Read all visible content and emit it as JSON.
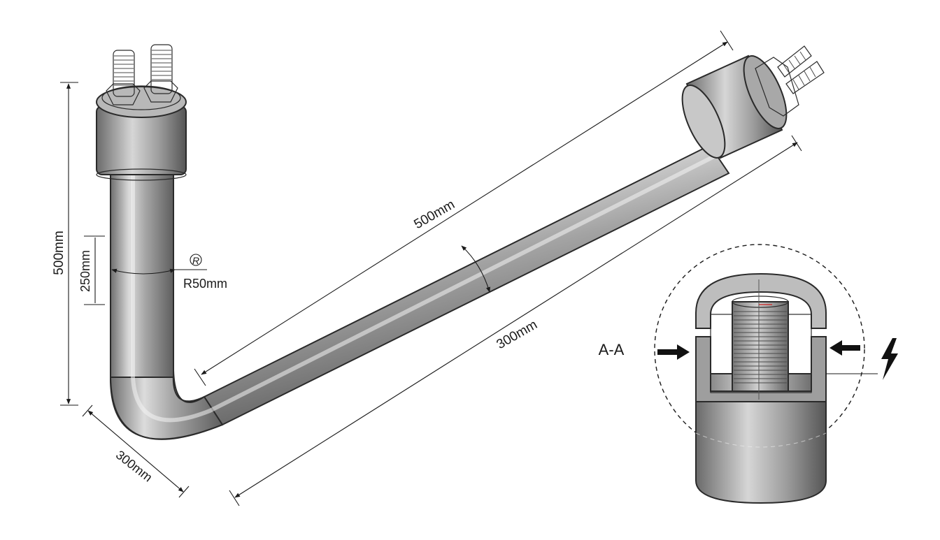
{
  "diagram": {
    "labels": {
      "overall_height": "500mm",
      "lower_height": "250mm",
      "bend_radius": "R50mm",
      "bend_radius_symbol": "R",
      "diagonal_length": "500mm",
      "diagonal_overall": "300mm",
      "base_width": "300mm",
      "section": "A-A"
    },
    "colors": {
      "metal_dark": "#6e6e6e",
      "metal_mid": "#a9a9a9",
      "metal_light": "#e4e4e4",
      "ink": "#1a1a1a"
    },
    "icons": [
      "lightning-icon",
      "arrow-right-icon",
      "arrow-left-icon"
    ]
  }
}
